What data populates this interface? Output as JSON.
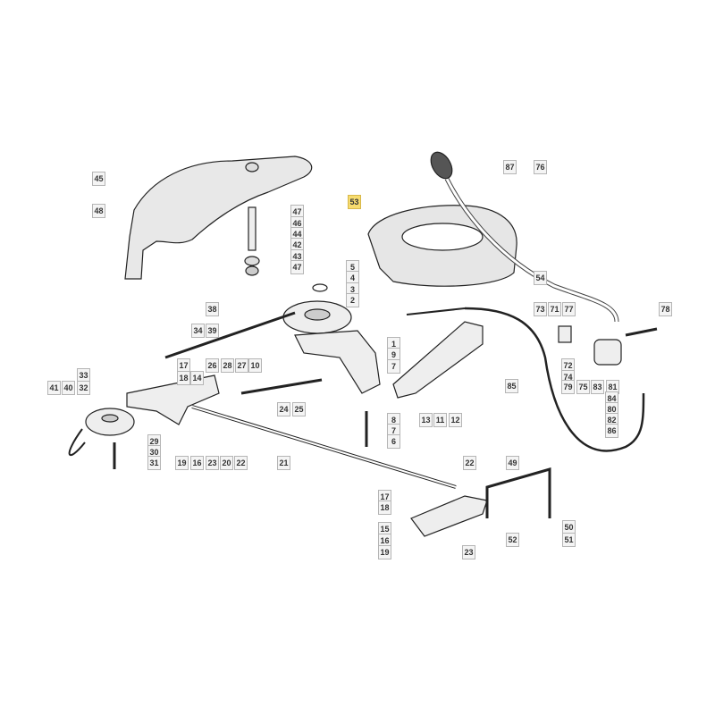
{
  "diagram": {
    "highlight_color": "#f7dc6f",
    "highlighted_part": "53",
    "labels": [
      "45",
      "48",
      "47",
      "46",
      "44",
      "42",
      "43",
      "47",
      "53",
      "87",
      "76",
      "54",
      "5",
      "4",
      "3",
      "2",
      "38",
      "39",
      "34",
      "73",
      "71",
      "77",
      "78",
      "1",
      "9",
      "7",
      "17",
      "18",
      "14",
      "26",
      "28",
      "27",
      "10",
      "72",
      "74",
      "79",
      "75",
      "83",
      "81",
      "84",
      "80",
      "82",
      "86",
      "85",
      "33",
      "32",
      "41",
      "40",
      "24",
      "25",
      "8",
      "7",
      "6",
      "13",
      "11",
      "12",
      "29",
      "30",
      "31",
      "19",
      "16",
      "23",
      "20",
      "22",
      "21",
      "22",
      "49",
      "17",
      "18",
      "15",
      "16",
      "19",
      "52",
      "50",
      "51",
      "23"
    ]
  }
}
